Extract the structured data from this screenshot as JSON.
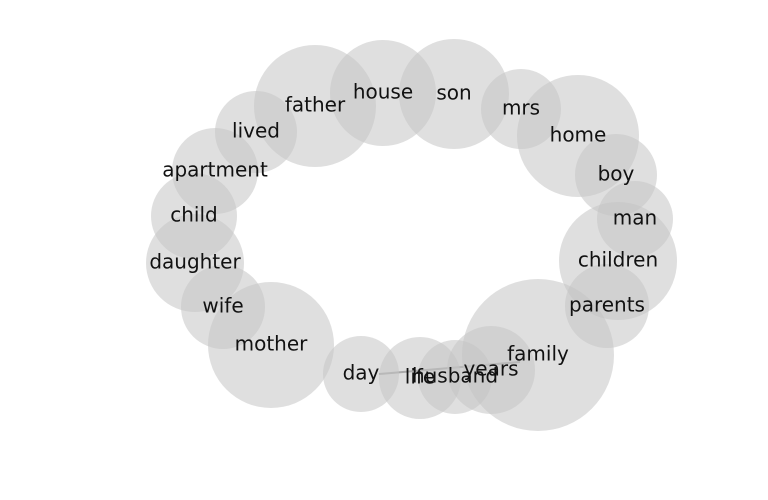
{
  "words": [
    "father",
    "house",
    "son",
    "mrs",
    "home",
    "boy",
    "man",
    "children",
    "parents",
    "family",
    "years",
    "husband",
    "life",
    "day",
    "mother",
    "wife",
    "daughter",
    "child",
    "apartment",
    "lived"
  ],
  "links": [
    [
      "day",
      "years"
    ]
  ],
  "colors": {
    "bubble": "#c4c4c4",
    "text": "#111111",
    "edge": "#888888",
    "background": "#ffffff"
  }
}
